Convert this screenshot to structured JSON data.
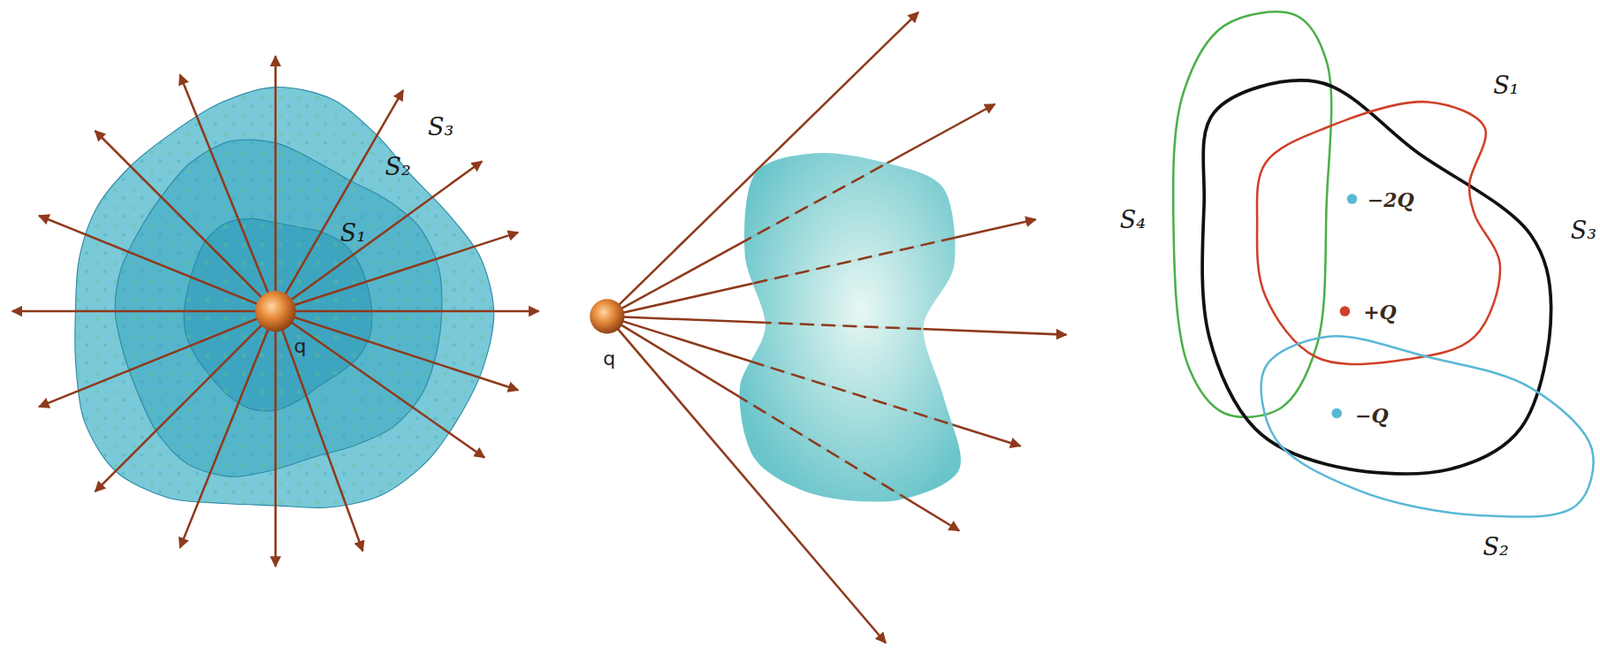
{
  "diagram": {
    "labels": [
      "S₃",
      "S₂",
      "S₁",
      "q",
      "q",
      "S₁",
      "S₄",
      "S₃",
      "−2Q",
      "+Q",
      "−Q",
      "S₂"
    ]
  }
}
